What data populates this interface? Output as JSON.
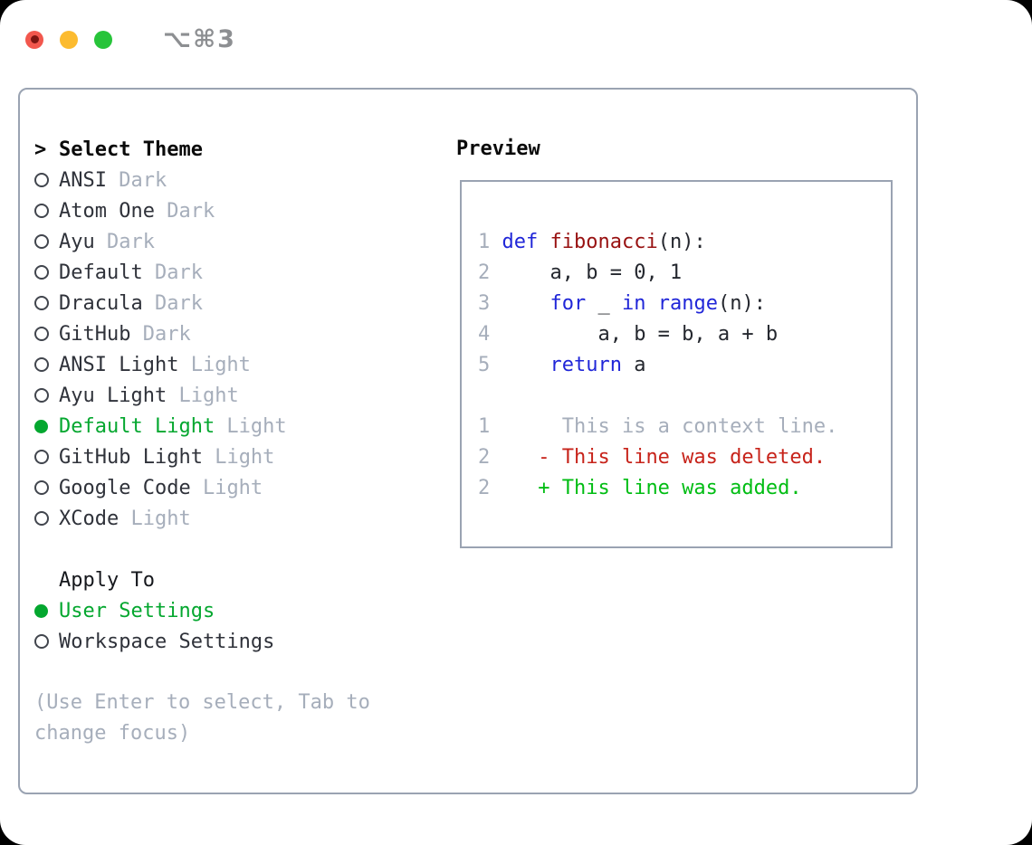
{
  "window": {
    "shortcut_label": "⌥⌘3"
  },
  "colors": {
    "selected_green": "#04a72f",
    "added_green": "#00bd13",
    "deleted_red": "#c7231a",
    "keyword_blue": "#2026d8",
    "function_dark_red": "#981111",
    "muted_gray": "#a6aebb",
    "panel_border": "#9aa3b2",
    "traffic_red": "#f2574d",
    "traffic_yellow": "#fcbb2f",
    "traffic_green": "#27c43a"
  },
  "theme_picker": {
    "cursor": ">",
    "title": "Select Theme",
    "items": [
      {
        "name": "ANSI",
        "variant": "Dark",
        "selected": false
      },
      {
        "name": "Atom One",
        "variant": "Dark",
        "selected": false
      },
      {
        "name": "Ayu",
        "variant": "Dark",
        "selected": false
      },
      {
        "name": "Default",
        "variant": "Dark",
        "selected": false
      },
      {
        "name": "Dracula",
        "variant": "Dark",
        "selected": false
      },
      {
        "name": "GitHub",
        "variant": "Dark",
        "selected": false
      },
      {
        "name": "ANSI Light",
        "variant": "Light",
        "selected": false
      },
      {
        "name": "Ayu Light",
        "variant": "Light",
        "selected": false
      },
      {
        "name": "Default Light",
        "variant": "Light",
        "selected": true
      },
      {
        "name": "GitHub Light",
        "variant": "Light",
        "selected": false
      },
      {
        "name": "Google Code",
        "variant": "Light",
        "selected": false
      },
      {
        "name": "XCode",
        "variant": "Light",
        "selected": false
      }
    ]
  },
  "apply_to": {
    "title": "Apply To",
    "options": [
      {
        "label": "User Settings",
        "selected": true
      },
      {
        "label": "Workspace Settings",
        "selected": false
      }
    ]
  },
  "hint": "(Use Enter to select, Tab to change focus)",
  "preview": {
    "title": "Preview",
    "lines": [
      {
        "num": "1",
        "segments": [
          {
            "text": "def",
            "color": "keyword"
          },
          {
            "text": " ",
            "color": "plain"
          },
          {
            "text": "fibonacci",
            "color": "function"
          },
          {
            "text": "(n):",
            "color": "plain"
          }
        ]
      },
      {
        "num": "2",
        "segments": [
          {
            "text": "    a, b = 0, 1",
            "color": "plain"
          }
        ]
      },
      {
        "num": "3",
        "segments": [
          {
            "text": "    ",
            "color": "plain"
          },
          {
            "text": "for",
            "color": "keyword"
          },
          {
            "text": " _ ",
            "color": "plain"
          },
          {
            "text": "in",
            "color": "keyword"
          },
          {
            "text": " ",
            "color": "plain"
          },
          {
            "text": "range",
            "color": "keyword"
          },
          {
            "text": "(n):",
            "color": "plain"
          }
        ]
      },
      {
        "num": "4",
        "segments": [
          {
            "text": "        a, b = b, a + b",
            "color": "plain"
          }
        ]
      },
      {
        "num": "5",
        "segments": [
          {
            "text": "    ",
            "color": "plain"
          },
          {
            "text": "return",
            "color": "keyword"
          },
          {
            "text": " a",
            "color": "plain"
          }
        ]
      },
      {
        "num": "",
        "segments": []
      },
      {
        "num": "1",
        "segments": [
          {
            "text": "     This is a context line.",
            "color": "context"
          }
        ]
      },
      {
        "num": "2",
        "segments": [
          {
            "text": "   - This line was deleted.",
            "color": "deleted"
          }
        ]
      },
      {
        "num": "2",
        "segments": [
          {
            "text": "   + This line was added.",
            "color": "added"
          }
        ]
      }
    ]
  }
}
